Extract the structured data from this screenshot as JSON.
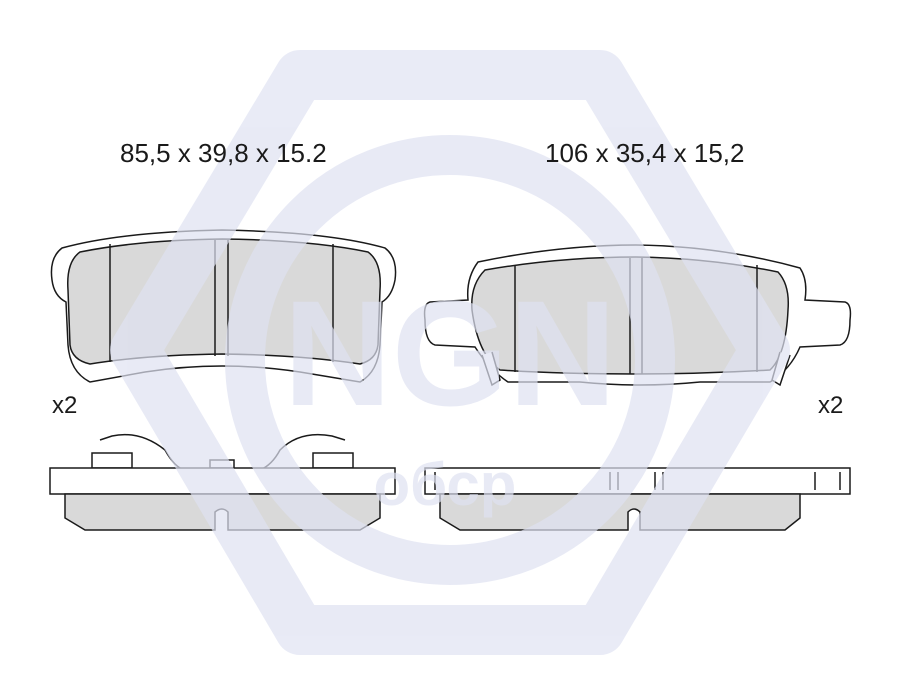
{
  "watermark": {
    "logo_text": "NGN",
    "site_text": "обср",
    "color": "#e6e8f4"
  },
  "colors": {
    "friction": "#d9d9d9",
    "outline": "#1a1a1a"
  },
  "pads": [
    {
      "dimensions": "85,5 x 39,8 x 15.2",
      "quantity": "x2"
    },
    {
      "dimensions": "106 x 35,4 x 15,2",
      "quantity": "x2"
    }
  ]
}
